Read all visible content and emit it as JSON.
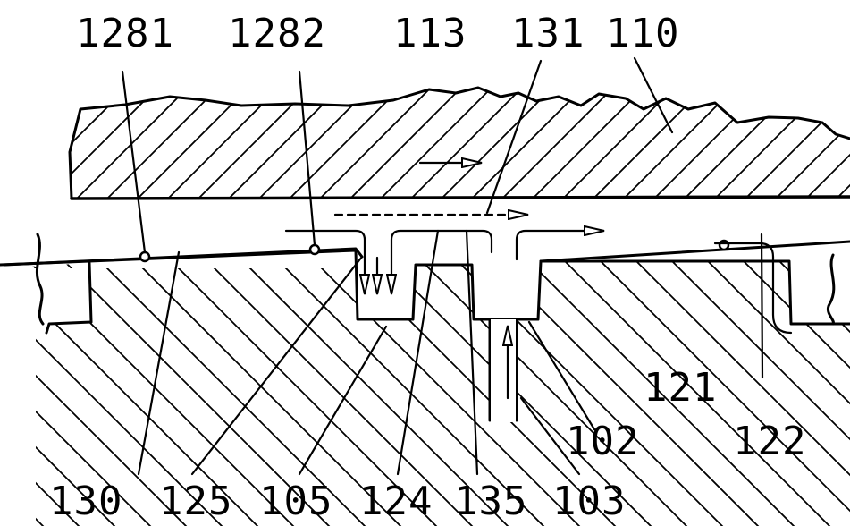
{
  "labels": {
    "l1281": "1281",
    "l1282": "1282",
    "l113": "113",
    "l131": "131",
    "l110": "110",
    "l121": "121",
    "l122": "122",
    "l102": "102",
    "l130": "130",
    "l125": "125",
    "l105": "105",
    "l124": "124",
    "l135": "135",
    "l103": "103"
  }
}
